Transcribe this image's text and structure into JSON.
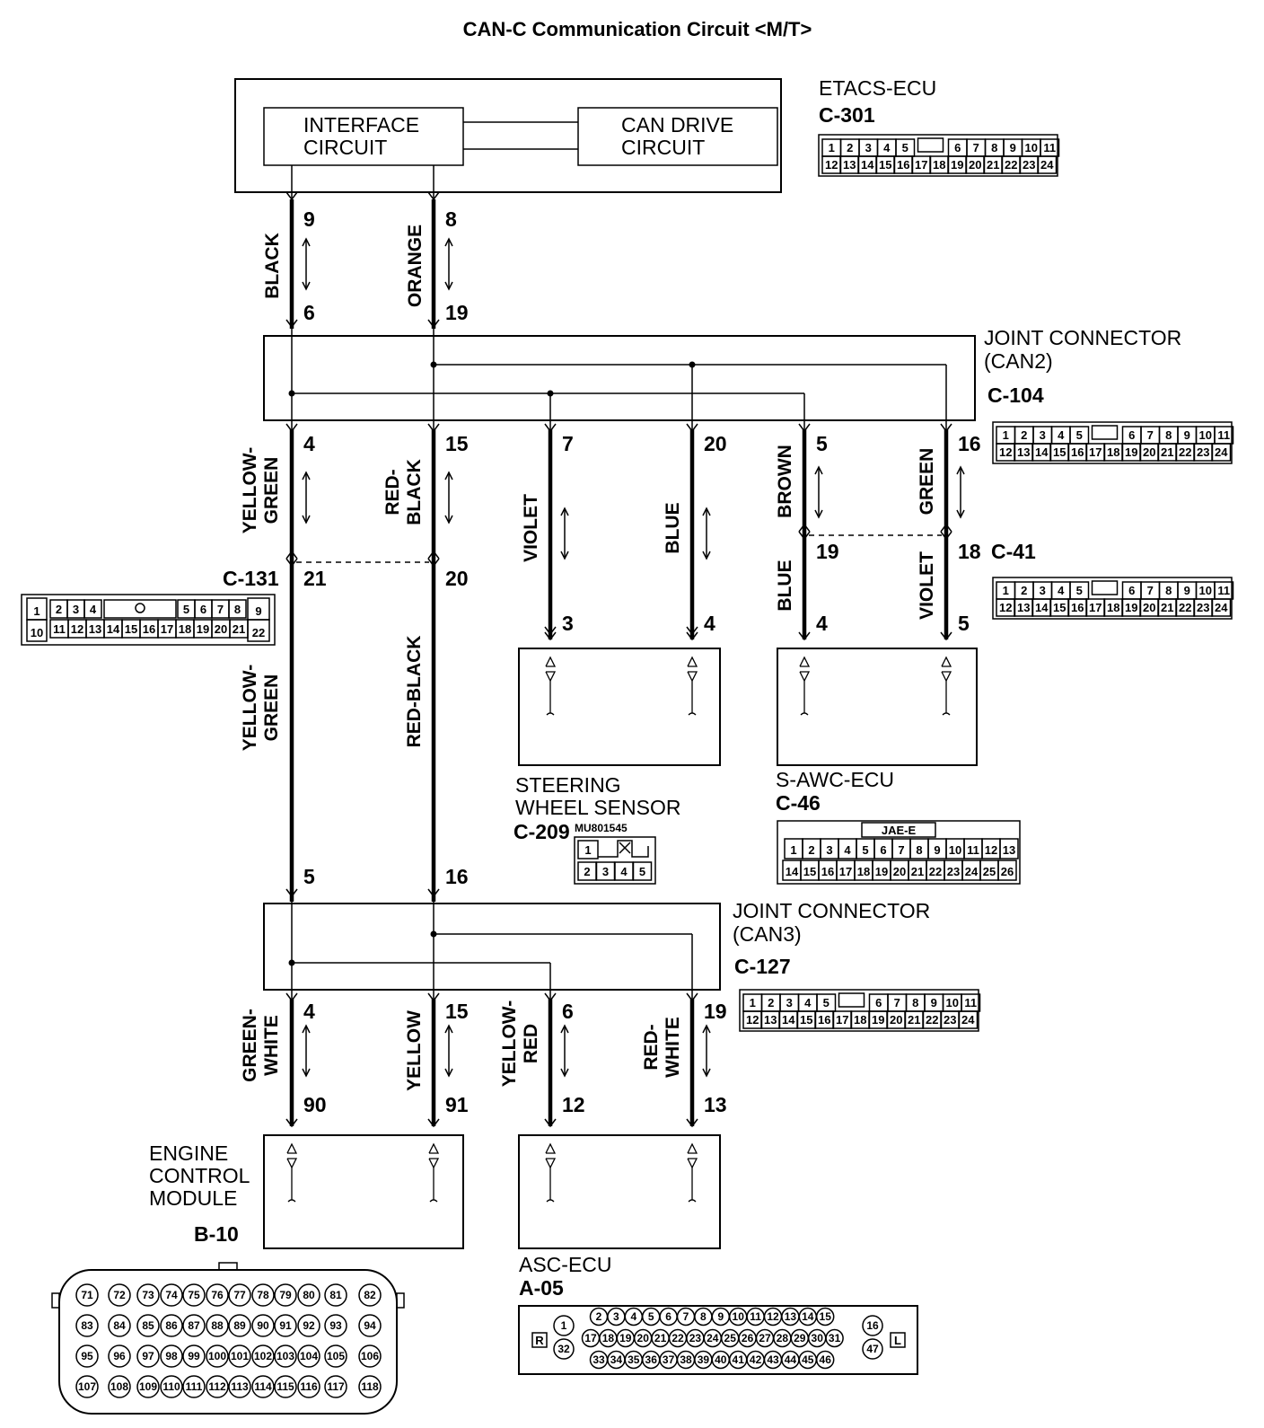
{
  "title": "CAN-C Communication Circuit <M/T>",
  "etacs": {
    "name": "ETACS-ECU",
    "code": "C-301",
    "interface": [
      "INTERFACE",
      "CIRCUIT"
    ],
    "can_drive": [
      "CAN DRIVE",
      "CIRCUIT"
    ]
  },
  "jc2": {
    "name": [
      "JOINT CONNECTOR",
      "(CAN2)"
    ],
    "code": "C-104"
  },
  "jc3": {
    "name": [
      "JOINT CONNECTOR",
      "(CAN3)"
    ],
    "code": "C-127"
  },
  "c131": {
    "code": "C-131"
  },
  "c41": {
    "code": "C-41"
  },
  "steering": {
    "name": [
      "STEERING",
      "WHEEL SENSOR"
    ],
    "code": "C-209",
    "part": "MU801545"
  },
  "sawc": {
    "name": "S-AWC-ECU",
    "code": "C-46",
    "tag": "JAE-E"
  },
  "ecm": {
    "name": [
      "ENGINE",
      "CONTROL",
      "MODULE"
    ],
    "code": "B-10"
  },
  "asc": {
    "name": "ASC-ECU",
    "code": "A-05",
    "left": "R",
    "right": "L"
  },
  "pins": {
    "p9": "9",
    "p8": "8",
    "p6": "6",
    "p19": "19",
    "p4a": "4",
    "p15a": "15",
    "p7": "7",
    "p20": "20",
    "p5a": "5",
    "p16a": "16",
    "p21": "21",
    "p20b": "20",
    "p19b": "19",
    "p18": "18",
    "p3": "3",
    "p4b": "4",
    "p4c": "4",
    "p5b": "5",
    "p5c": "5",
    "p16b": "16",
    "p4d": "4",
    "p15b": "15",
    "p6b": "6",
    "p19c": "19",
    "p90": "90",
    "p91": "91",
    "p12": "12",
    "p13": "13"
  },
  "wires": {
    "black": "BLACK",
    "orange": "ORANGE",
    "yg1a": "YELLOW-",
    "yg1b": "GREEN",
    "rb1a": "RED-",
    "rb1b": "BLACK",
    "violet1": "VIOLET",
    "blue1": "BLUE",
    "brown": "BROWN",
    "green": "GREEN",
    "blue2": "BLUE",
    "violet2": "VIOLET",
    "yg2a": "YELLOW-",
    "yg2b": "GREEN",
    "rb2": "RED-BLACK",
    "gwa": "GREEN-",
    "gwb": "WHITE",
    "yellow": "YELLOW",
    "yra": "YELLOW-",
    "yrb": "RED",
    "rwa": "RED-",
    "rwb": "WHITE"
  },
  "connectors": {
    "c24_top": [
      "1",
      "2",
      "3",
      "4",
      "5",
      "6",
      "7",
      "8",
      "9",
      "10",
      "11"
    ],
    "c24_bot": [
      "12",
      "13",
      "14",
      "15",
      "16",
      "17",
      "18",
      "19",
      "20",
      "21",
      "22",
      "23",
      "24"
    ],
    "c131_top": [
      "1",
      "2",
      "3",
      "4",
      "5",
      "6",
      "7",
      "8",
      "9"
    ],
    "c131_bot": [
      "10",
      "11",
      "12",
      "13",
      "14",
      "15",
      "16",
      "17",
      "18",
      "19",
      "20",
      "21",
      "22"
    ],
    "c46_top": [
      "1",
      "2",
      "3",
      "4",
      "5",
      "6",
      "7",
      "8",
      "9",
      "10",
      "11",
      "12",
      "13"
    ],
    "c46_bot": [
      "14",
      "15",
      "16",
      "17",
      "18",
      "19",
      "20",
      "21",
      "22",
      "23",
      "24",
      "25",
      "26"
    ],
    "c209_top": [
      "1"
    ],
    "c209_bot": [
      "2",
      "3",
      "4",
      "5"
    ],
    "b10_rows": [
      [
        "71",
        "72",
        "73",
        "74",
        "75",
        "76",
        "77",
        "78",
        "79",
        "80",
        "81",
        "82"
      ],
      [
        "83",
        "84",
        "85",
        "86",
        "87",
        "88",
        "89",
        "90",
        "91",
        "92",
        "93",
        "94"
      ],
      [
        "95",
        "96",
        "97",
        "98",
        "99",
        "100",
        "101",
        "102",
        "103",
        "104",
        "105",
        "106"
      ],
      [
        "107",
        "108",
        "109",
        "110",
        "111",
        "112",
        "113",
        "114",
        "115",
        "116",
        "117",
        "118"
      ]
    ],
    "a05_left": [
      "1",
      "32"
    ],
    "a05_right": [
      "16",
      "47"
    ],
    "a05_rows": [
      [
        "2",
        "3",
        "4",
        "5",
        "6",
        "7",
        "8",
        "9",
        "10",
        "11",
        "12",
        "13",
        "14",
        "15"
      ],
      [
        "17",
        "18",
        "19",
        "20",
        "21",
        "22",
        "23",
        "24",
        "25",
        "26",
        "27",
        "28",
        "29",
        "30",
        "31"
      ],
      [
        "33",
        "34",
        "35",
        "36",
        "37",
        "38",
        "39",
        "40",
        "41",
        "42",
        "43",
        "44",
        "45",
        "46"
      ]
    ]
  }
}
